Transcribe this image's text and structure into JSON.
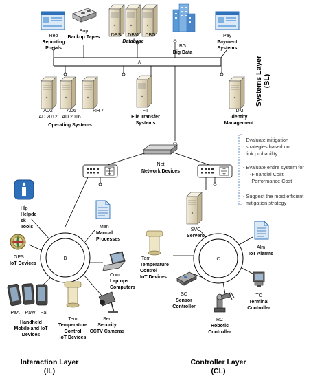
{
  "systems_layer": {
    "title": "Systems Layer",
    "abbr": "(SL)",
    "bus_label": "A",
    "nodes": {
      "rep": {
        "code": "Rep",
        "name1": "Reporting",
        "name2": "Portals"
      },
      "bup": {
        "code": "Bup",
        "name1": "Backup Tapes"
      },
      "dbs": {
        "code": "DBS"
      },
      "dbm": {
        "code": "DBM"
      },
      "dbo": {
        "code": "DBO"
      },
      "database": {
        "name": "Database"
      },
      "bg": {
        "code": "BG",
        "name1": "Big Data"
      },
      "pay": {
        "code": "Pay",
        "name1": "Payment",
        "name2": "Systems"
      },
      "ad2": {
        "code": "AD2",
        "name1": "AD 2012"
      },
      "ad6": {
        "code": "AD6",
        "name1": "AD 2016"
      },
      "rh7": {
        "code": "RH 7"
      },
      "os": {
        "name": "Operating Systems"
      },
      "ft": {
        "code": "FT",
        "name1": "File Transfer",
        "name2": "Systems"
      },
      "idm": {
        "code": "IDM",
        "name1": "Identity",
        "name2": "Management"
      }
    }
  },
  "network": {
    "code": "Net",
    "name": "Network Devices"
  },
  "notes": {
    "line1": "- Evaluate mitigation",
    "line2": "strategies based on",
    "line3": "link probability",
    "line4": "- Evaluate entire system for",
    "line5": "-Financial Cost",
    "line6": "-Performance Cost",
    "line7": "- Suggest the most efficient",
    "line8": "mitigation strategy"
  },
  "interaction_layer": {
    "title": "Interaction Layer",
    "abbr": "(IL)",
    "hub_label": "B",
    "nodes": {
      "hlp": {
        "code": "Hlp",
        "name1": "Helpde",
        "name2": "sk",
        "name3": "Tools"
      },
      "gps": {
        "code": "GPS",
        "name1": "IoT Devices"
      },
      "man": {
        "code": "Man",
        "name1": "Manual",
        "name2": "Processes"
      },
      "com": {
        "code": "Com",
        "name1": "Laptops",
        "name2": "Computers"
      },
      "paa": {
        "code": "PaA"
      },
      "paw": {
        "code": "PaW"
      },
      "pai": {
        "code": "PaI"
      },
      "handheld": {
        "name1": "Handheld",
        "name2": "Mobile and IoT",
        "name3": "Devices"
      },
      "tem": {
        "code": "Tem",
        "name1": "Temperature",
        "name2": "Control",
        "name3": "IoT Devices"
      },
      "sec": {
        "code": "Sec",
        "name1": "Security",
        "name2": "CCTV Cameras"
      }
    }
  },
  "controller_layer": {
    "title": "Controller Layer",
    "abbr": "(CL)",
    "hub_label": "C",
    "nodes": {
      "svc": {
        "code": "SVC",
        "name1": "Servers"
      },
      "alm": {
        "code": "Alm",
        "name1": "IoT Alarms"
      },
      "tem": {
        "code": "Tem",
        "name1": "Temperature",
        "name2": "Control",
        "name3": "IoT Devices"
      },
      "sc": {
        "code": "SC",
        "name1": "Sensor",
        "name2": "Controller"
      },
      "rc": {
        "code": "RC",
        "name1": "Robotic",
        "name2": "Controller"
      },
      "tc": {
        "code": "TC",
        "name1": "Terminal",
        "name2": "Controller"
      }
    }
  },
  "colors": {
    "line": "#000000",
    "server": "#e9dfc6",
    "blue": "#2d6fb8",
    "dashed": "#6a8fc0"
  }
}
